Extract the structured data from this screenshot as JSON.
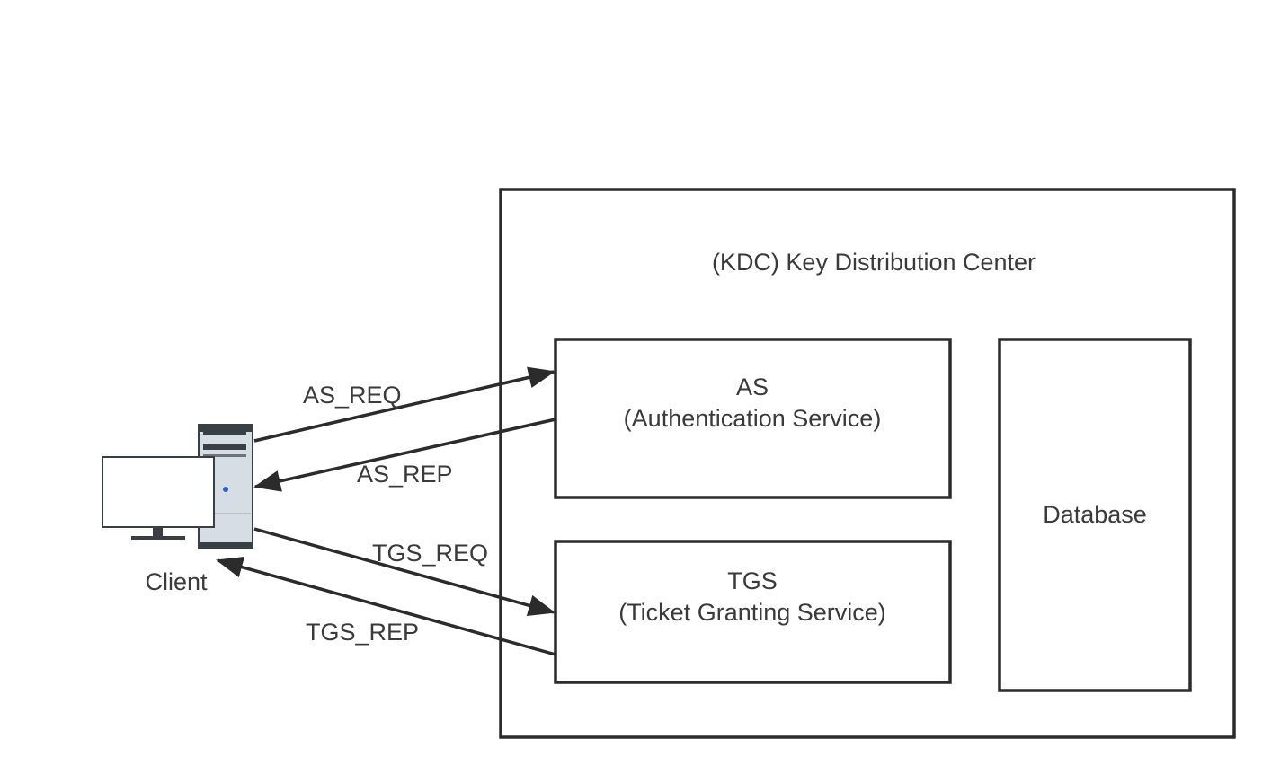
{
  "kdc": {
    "title": "(KDC)  Key Distribution Center",
    "as": {
      "line1": "AS",
      "line2": "(Authentication Service)"
    },
    "tgs": {
      "line1": "TGS",
      "line2": "(Ticket Granting Service)"
    },
    "database": "Database"
  },
  "client": {
    "label": "Client",
    "icon": "desktop-computer-icon"
  },
  "messages": {
    "as_req": "AS_REQ",
    "as_rep": "AS_REP",
    "tgs_req": "TGS_REQ",
    "tgs_rep": "TGS_REP"
  },
  "colors": {
    "stroke": "#2b2b2b",
    "text": "#3a3a3a",
    "tower": "#d6dde5"
  }
}
